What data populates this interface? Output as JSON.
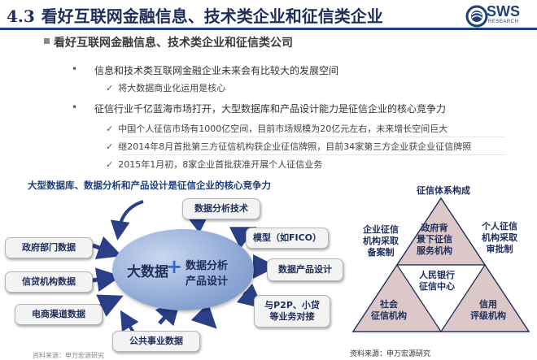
{
  "header": {
    "number": "4.3",
    "title": "看好互联网金融信息、技术类企业和征信类企业",
    "logo_text": "SWS",
    "logo_sub": "RESEARCH"
  },
  "subtitle": "看好互联网金融信息、技术类企业和征信类公司",
  "bullets": [
    {
      "text": "信息和技术类互联网金融企业未来会有比较大的发展空间",
      "subs": [
        "将大数据商业化运用是核心"
      ]
    },
    {
      "text": "征信行业千亿蓝海市场打开，大型数据库和产品设计能力是征信企业的核心竞争力",
      "subs": [
        "中国个人征信市场有1000亿空间，目前市场规模为20亿元左右，未来增长空间巨大",
        "继2014年8月首批第三方征信机构获企业征信牌照，目前34家第三方企业获企业征信牌照",
        "2015年1月初，8家企业首批获准开展个人征信业务"
      ]
    }
  ],
  "diagram": {
    "title": "大型数据库、数据分析和产品设计是征信企业的核心竞争力",
    "center_left": "大数据",
    "center_plus": "+",
    "center_right_line1": "数据分析",
    "center_right_line2": "产品设计",
    "inputs": [
      "政府部门数据",
      "信贷机构数据",
      "电商渠道数据",
      "公共事业数据"
    ],
    "outputs": [
      "数据分析技术",
      "模型（如FICO）",
      "数据产品设计",
      "与P2P、小贷",
      "等业务对接"
    ]
  },
  "triangle": {
    "title": "征信体系构成",
    "top": [
      "政府背",
      "景下征信",
      "服务机构"
    ],
    "center": [
      "人民银行",
      "征信中心"
    ],
    "bottom_left": [
      "社会",
      "征信机构"
    ],
    "bottom_right": [
      "信用",
      "评级机构"
    ],
    "left_outer": [
      "企业征信",
      "机构采取",
      "备案制"
    ],
    "right_outer": [
      "个人征信",
      "机构采取",
      "审批制"
    ]
  },
  "source": "资料来源：申万宏源研究",
  "footnote": "资料来源：申万宏源研究",
  "colors": {
    "navy": "#1f2d5a",
    "accent_blue": "#2f6ad8",
    "triangle_fill": "#dcc8c8"
  }
}
